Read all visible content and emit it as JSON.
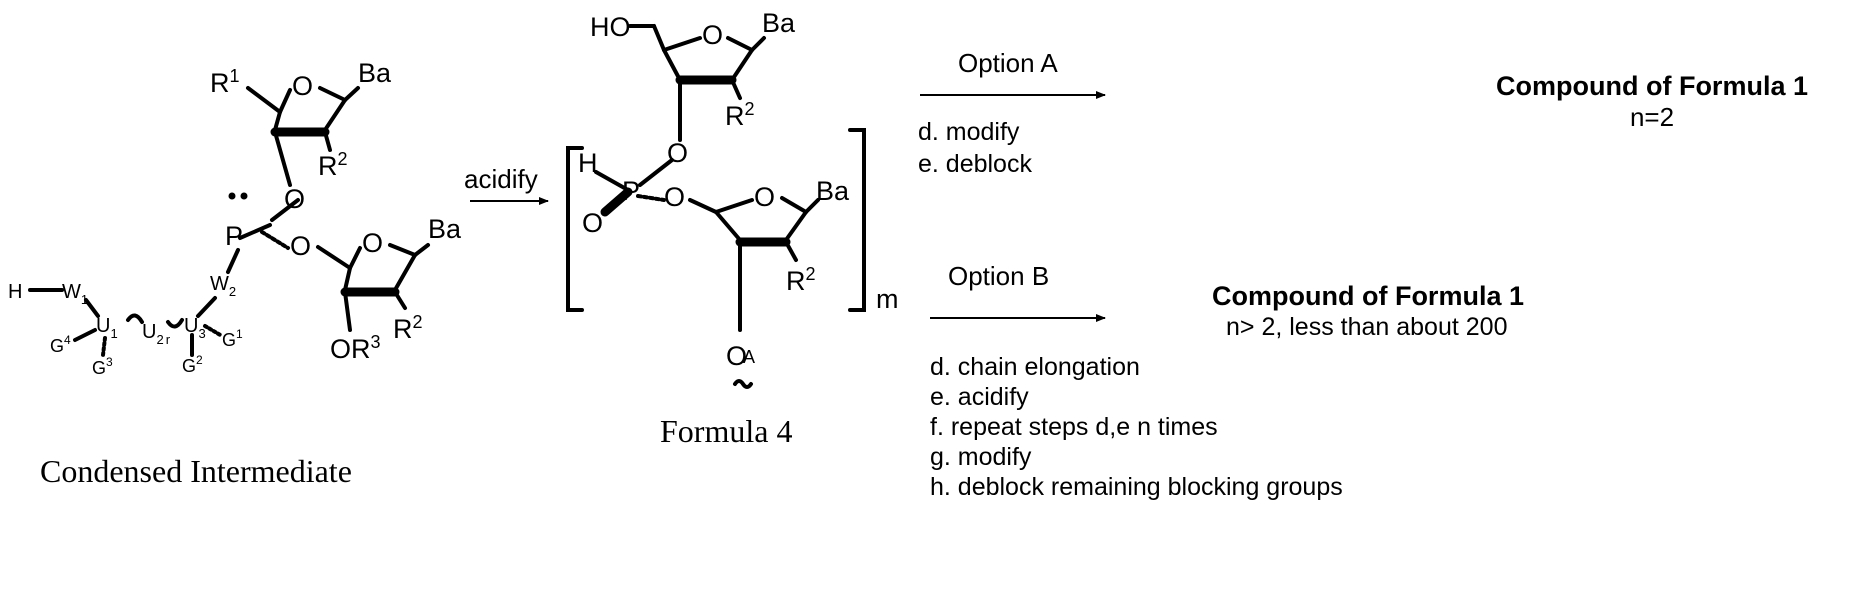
{
  "left_molecule": {
    "caption": "Condensed Intermediate",
    "labels": {
      "r1": "R",
      "r1_sup": "1",
      "o_ring_top": "O",
      "ba_top": "Ba",
      "r2_top": "R",
      "r2_top_sup": "2",
      "o_link": "O",
      "p": "P",
      "o_link2": "O",
      "o_ring_bottom": "O",
      "ba_bottom": "Ba",
      "r2_bottom": "R",
      "r2_bottom_sup": "2",
      "or3": "OR",
      "or3_sup": "3",
      "h": "H",
      "w1": "W",
      "w1_sub": "1",
      "w2": "W",
      "w2_sub": "2",
      "u1": "U",
      "u1_sub": "1",
      "u2": "U",
      "u2_sub": "2",
      "r_sub": "r",
      "u3": "U",
      "u3_sub": "3",
      "g4": "G",
      "g4_sup": "4",
      "g3": "G",
      "g3_sup": "3",
      "g2": "G",
      "g2_sup": "2",
      "g1": "G",
      "g1_sup": "1"
    }
  },
  "step1": {
    "label": "acidify"
  },
  "middle_molecule": {
    "caption": "Formula 4",
    "labels": {
      "ho": "HO",
      "o_ring_top": "O",
      "ba_top": "Ba",
      "r2_top": "R",
      "r2_top_sup": "2",
      "o_link": "O",
      "h": "H",
      "p": "P",
      "o_double": "O",
      "o_link2": "O",
      "o_ring_bottom": "O",
      "ba_bottom": "Ba",
      "r2_bottom": "R",
      "r2_bottom_sup": "2",
      "oa": "O",
      "oa_sub": "A",
      "m": "m"
    }
  },
  "option_a": {
    "label": "Option A",
    "steps": [
      "d. modify",
      "e. deblock"
    ],
    "product_title": "Compound of Formula 1",
    "product_sub": "n=2"
  },
  "option_b": {
    "label": "Option B",
    "steps": [
      "d. chain elongation",
      "e. acidify",
      "f. repeat steps d,e n times",
      "g. modify",
      "h. deblock remaining blocking groups"
    ],
    "product_title": "Compound of Formula 1",
    "product_sub": "n> 2, less than about 200"
  }
}
